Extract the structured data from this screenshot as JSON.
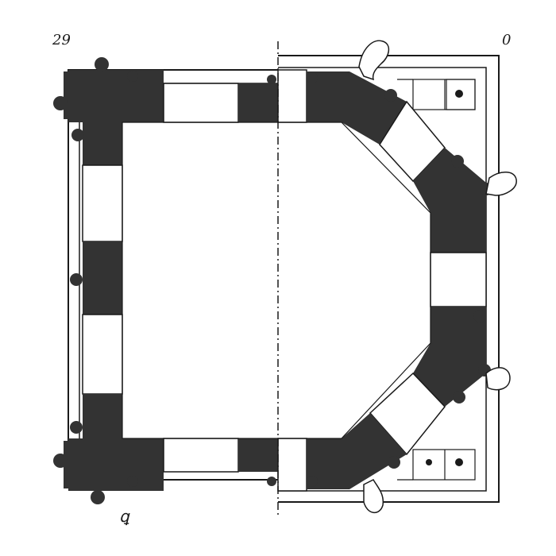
{
  "labels": {
    "left_half": "29",
    "right_half": "0",
    "bottom": "ꝗ"
  },
  "colors": {
    "wall": "#333333",
    "ink": "#1a1a1a",
    "paper": "#ffffff"
  },
  "icons": {
    "pier": "cross-shaped-pier-icon",
    "column": "round-column-dot-icon",
    "gargoyle": "gargoyle-icon"
  }
}
